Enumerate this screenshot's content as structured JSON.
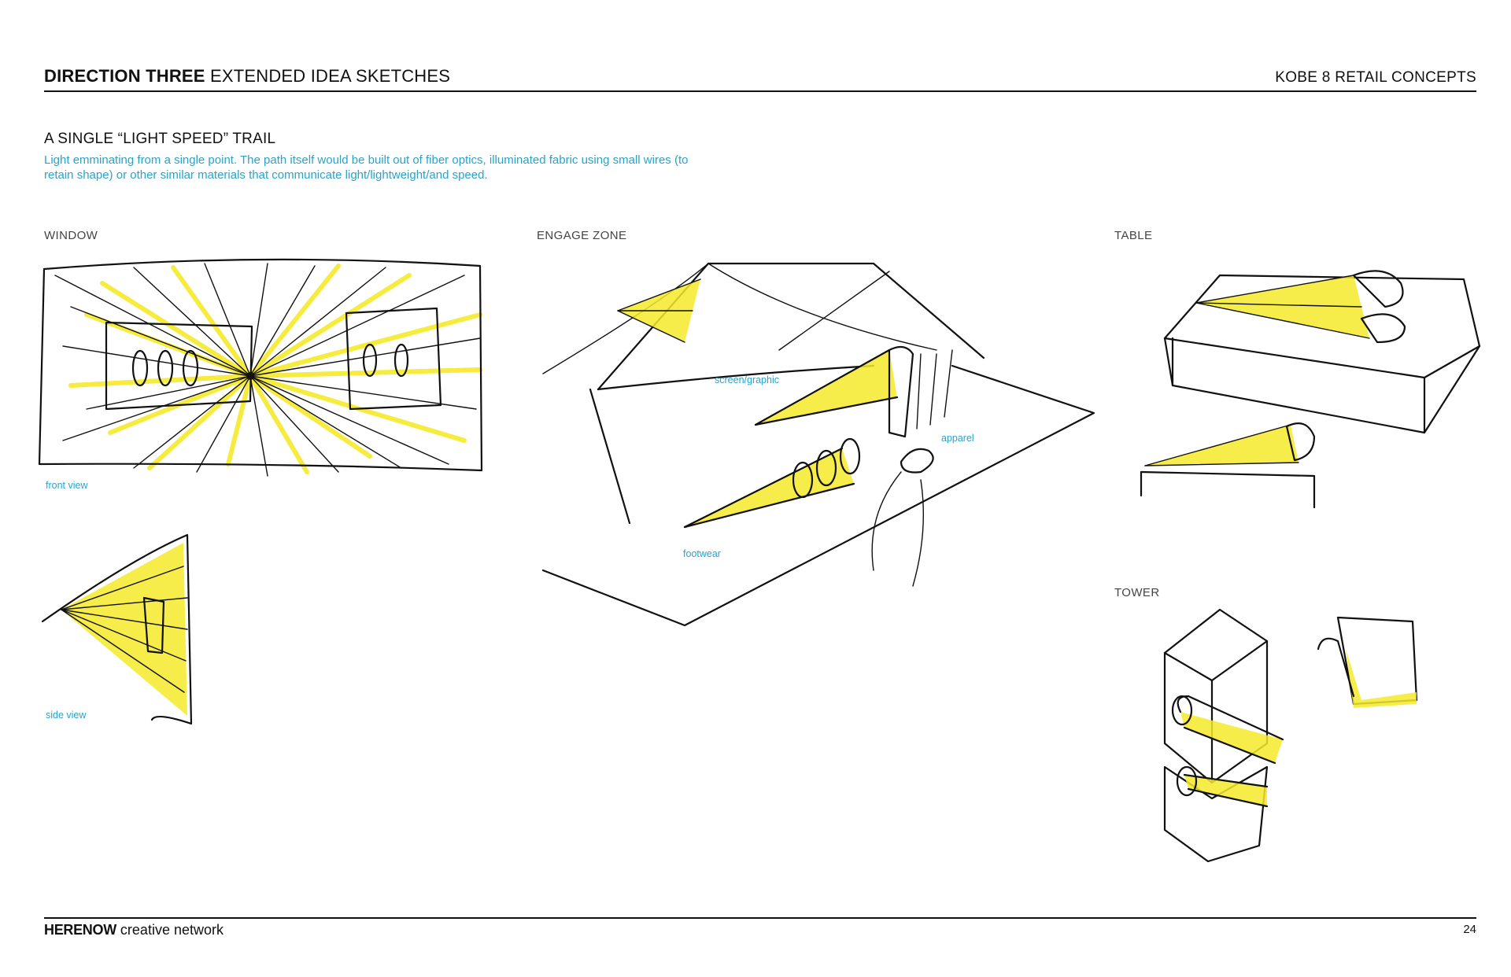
{
  "header": {
    "title_bold": "DIRECTION THREE",
    "title_rest": "EXTENDED IDEA SKETCHES",
    "project": "KOBE 8 RETAIL CONCEPTS"
  },
  "section": {
    "title": "A SINGLE “LIGHT SPEED” TRAIL",
    "description": "Light emminating from a single point. The path itself would be built out of fiber optics, illuminated fabric using small wires (to retain shape) or other similar materials that communicate light/lightweight/and speed."
  },
  "panels": {
    "window": {
      "label": "WINDOW",
      "notes": [
        "front view",
        "side view"
      ]
    },
    "engage": {
      "label": "ENGAGE ZONE",
      "notes": [
        "screen/graphic",
        "apparel",
        "footwear"
      ]
    },
    "table": {
      "label": "TABLE"
    },
    "tower": {
      "label": "TOWER"
    }
  },
  "footer": {
    "brand_bold": "HERENOW",
    "brand_rest": "creative network",
    "page_number": "24"
  },
  "colors": {
    "accent_text": "#2aa3c9",
    "highlight": "#f4ea2a",
    "ink": "#111111"
  }
}
